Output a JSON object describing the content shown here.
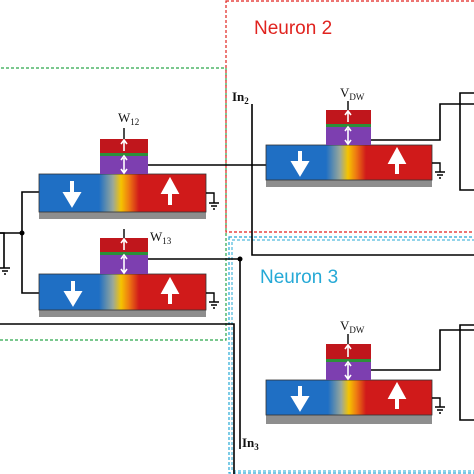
{
  "neurons": {
    "neuron2": {
      "label": "Neuron 2",
      "color": "#e0231f"
    },
    "neuron3": {
      "label": "Neuron 3",
      "color": "#25a9d6"
    },
    "neuron1_box_color": "#2aa84a"
  },
  "labels": {
    "w12": {
      "main": "W",
      "sub": "12"
    },
    "w13": {
      "main": "W",
      "sub": "13"
    },
    "in2": {
      "main": "In",
      "sub": "2"
    },
    "in3": {
      "main": "In",
      "sub": "3"
    },
    "vdw_top": {
      "main": "V",
      "sub": "DW"
    },
    "vdw_bottom": {
      "main": "V",
      "sub": "DW"
    }
  },
  "colors": {
    "domain_blue": "#1f6fc4",
    "domain_red": "#d01a1a",
    "wall_yellow": "#f5c400",
    "substrate": "#8e8e8e",
    "mtj_red": "#c0161c",
    "mtj_purple": "#7d3fb0",
    "mtj_green": "#2c8f3a"
  },
  "icons": [
    "arrow-down-icon",
    "arrow-up-icon",
    "ground-icon"
  ]
}
